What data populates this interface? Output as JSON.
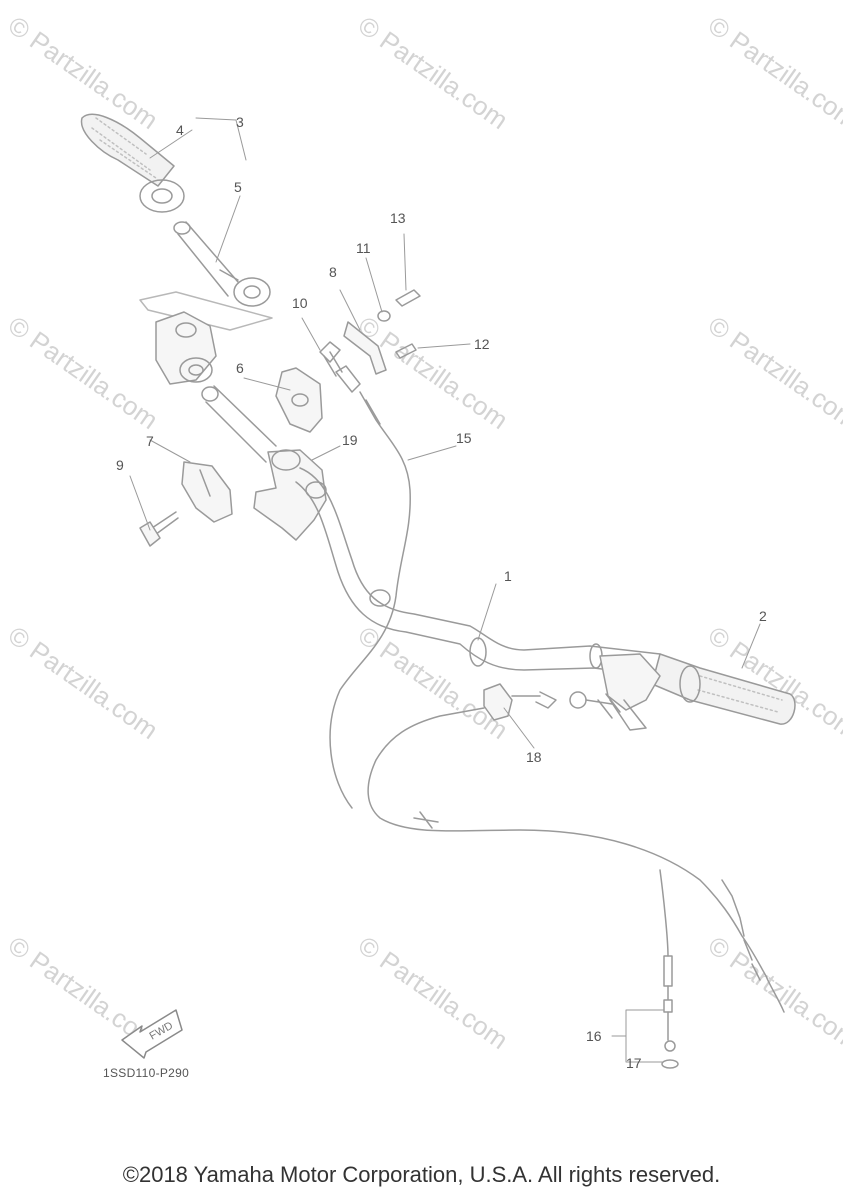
{
  "watermark": "© Partzilla.com",
  "callouts": [
    "1",
    "2",
    "3",
    "4",
    "5",
    "6",
    "7",
    "8",
    "9",
    "10",
    "11",
    "12",
    "13",
    "15",
    "16",
    "17",
    "18",
    "19"
  ],
  "fwd_label": "FWD",
  "diagram_code": "1SSD110-P290",
  "copyright": "©2018 Yamaha Motor Corporation, U.S.A. All rights reserved.",
  "colors": {
    "line": "#9a9a9a",
    "text": "#555555",
    "watermark": "#d3d3d3"
  }
}
